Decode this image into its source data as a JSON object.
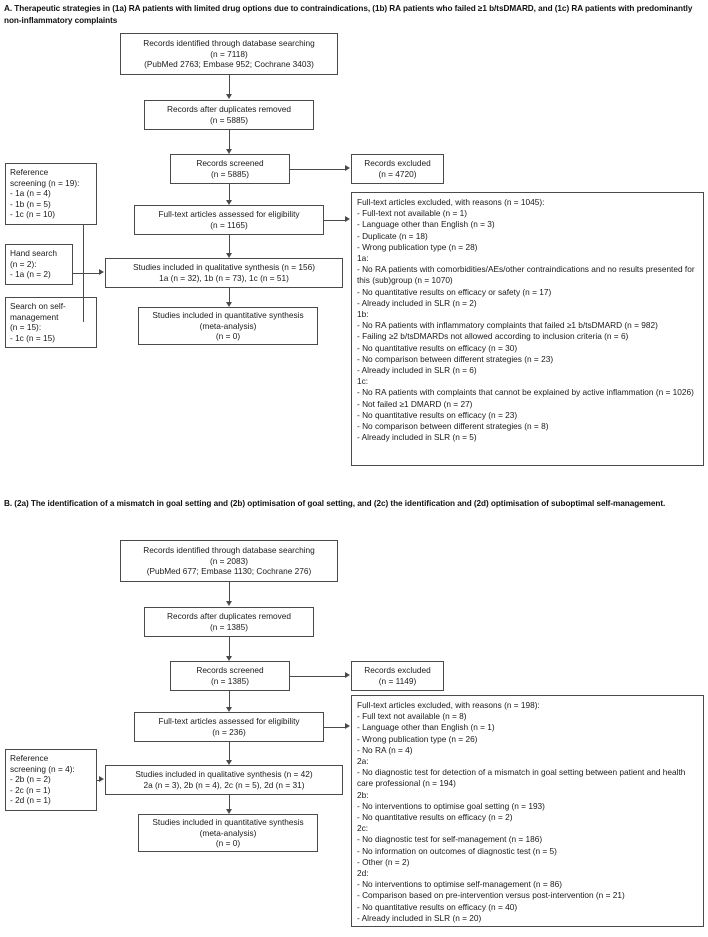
{
  "figure": {
    "type": "prisma-flow-diagram",
    "panel_count": 2,
    "line_color": "#4a4a4a",
    "background": "#ffffff"
  },
  "panelA": {
    "title": "A. Therapeutic strategies in (1a) RA patients with limited drug options due to contraindications, (1b) RA patients who failed ≥1 b/tsDMARD, and (1c) RA patients with predominantly non-inflammatory complaints",
    "identification": {
      "line1": "Records identified through database searching",
      "line2": "(n = 7118)",
      "line3": "(PubMed 2763; Embase 952; Cochrane 3403)"
    },
    "duplicates": {
      "line1": "Records after duplicates removed",
      "line2": "(n = 5885)"
    },
    "screened": {
      "line1": "Records screened",
      "line2": "(n = 5885)"
    },
    "records_excluded": {
      "line1": "Records excluded",
      "line2": "(n = 4720)"
    },
    "fulltext": {
      "line1": "Full-text articles assessed for eligibility",
      "line2": "(n = 1165)"
    },
    "qualitative": {
      "line1": "Studies included in qualitative synthesis (n = 156)",
      "line2": "1a (n = 32), 1b (n = 73), 1c (n = 51)"
    },
    "quantitative": {
      "line1": "Studies included in quantitative synthesis",
      "line2": "(meta-analysis)",
      "line3": "(n = 0)"
    },
    "reference_screening": {
      "line1": "Reference",
      "line2": "screening (n = 19):",
      "line3": "- 1a (n = 4)",
      "line4": "- 1b (n = 5)",
      "line5": "- 1c (n = 10)"
    },
    "hand_search": {
      "line1": "Hand search",
      "line2": "(n = 2):",
      "line3": "- 1a (n = 2)"
    },
    "self_management_search": {
      "line1": "Search on self-",
      "line2": "management",
      "line3": "(n = 15):",
      "line4": "- 1c (n = 15)"
    },
    "fulltext_excluded": {
      "heading": "Full-text articles excluded, with reasons (n = 1045):",
      "general": [
        "- Full-text not available (n = 1)",
        "- Language other than English (n = 3)",
        "- Duplicate (n = 18)",
        "- Wrong publication type (n = 28)"
      ],
      "groups": [
        {
          "label": "1a:",
          "reasons": [
            "- No RA patients with comorbidities/AEs/other contraindications and no results presented for this (sub)group (n = 1070)",
            "- No quantitative results on efficacy or safety (n = 17)",
            "- Already included in SLR (n = 2)"
          ]
        },
        {
          "label": "1b:",
          "reasons": [
            "- No RA patients with inflammatory complaints that failed ≥1 b/tsDMARD (n = 982)",
            "- Failing ≥2 b/tsDMARDs not allowed according to inclusion criteria (n = 6)",
            "- No quantitative results on efficacy (n = 30)",
            "- No comparison between different strategies (n = 23)",
            "- Already included in SLR (n = 6)"
          ]
        },
        {
          "label": "1c:",
          "reasons": [
            "- No RA patients with complaints that cannot be explained by active inflammation (n = 1026)",
            "- Not failed ≥1 DMARD (n = 27)",
            "- No quantitative results on efficacy (n = 23)",
            "- No comparison between different strategies (n = 8)",
            "- Already included in SLR (n = 5)"
          ]
        }
      ]
    }
  },
  "panelB": {
    "title": "B. (2a) The identification of a mismatch in goal setting and (2b) optimisation of goal setting, and (2c) the identification and (2d) optimisation of suboptimal self-management.",
    "identification": {
      "line1": "Records identified through database searching",
      "line2": "(n = 2083)",
      "line3": "(PubMed 677; Embase 1130; Cochrane 276)"
    },
    "duplicates": {
      "line1": "Records after duplicates removed",
      "line2": "(n = 1385)"
    },
    "screened": {
      "line1": "Records screened",
      "line2": "(n = 1385)"
    },
    "records_excluded": {
      "line1": "Records excluded",
      "line2": "(n = 1149)"
    },
    "fulltext": {
      "line1": "Full-text articles assessed for eligibility",
      "line2": "(n = 236)"
    },
    "qualitative": {
      "line1": "Studies included in qualitative synthesis (n = 42)",
      "line2": "2a (n = 3), 2b (n = 4), 2c (n = 5), 2d (n = 31)"
    },
    "quantitative": {
      "line1": "Studies included in quantitative synthesis",
      "line2": "(meta-analysis)",
      "line3": "(n = 0)"
    },
    "reference_screening": {
      "line1": "Reference",
      "line2": "screening (n = 4):",
      "line3": "- 2b (n = 2)",
      "line4": "- 2c (n = 1)",
      "line5": "- 2d (n = 1)"
    },
    "fulltext_excluded": {
      "heading": "Full-text articles excluded, with reasons (n = 198):",
      "general": [
        "- Full text not available (n = 8)",
        "- Language other than English (n = 1)",
        "- Wrong publication type (n = 26)",
        "- No RA (n = 4)"
      ],
      "groups": [
        {
          "label": "2a:",
          "reasons": [
            "- No diagnostic test for detection of a mismatch in goal setting between patient and health care professional (n = 194)"
          ]
        },
        {
          "label": "2b:",
          "reasons": [
            "- No interventions to optimise goal setting (n = 193)",
            "- No quantitative results on efficacy (n = 2)"
          ]
        },
        {
          "label": "2c:",
          "reasons": [
            "- No diagnostic test for self-management (n = 186)",
            "- No information on outcomes of diagnostic test (n = 5)",
            "- Other (n = 2)"
          ]
        },
        {
          "label": "2d:",
          "reasons": [
            "- No interventions to optimise self-management (n = 86)",
            "- Comparison based on pre-intervention versus post-intervention (n = 21)",
            "- No quantitative results on efficacy (n = 40)",
            "- Already included in SLR (n = 20)"
          ]
        }
      ]
    }
  }
}
